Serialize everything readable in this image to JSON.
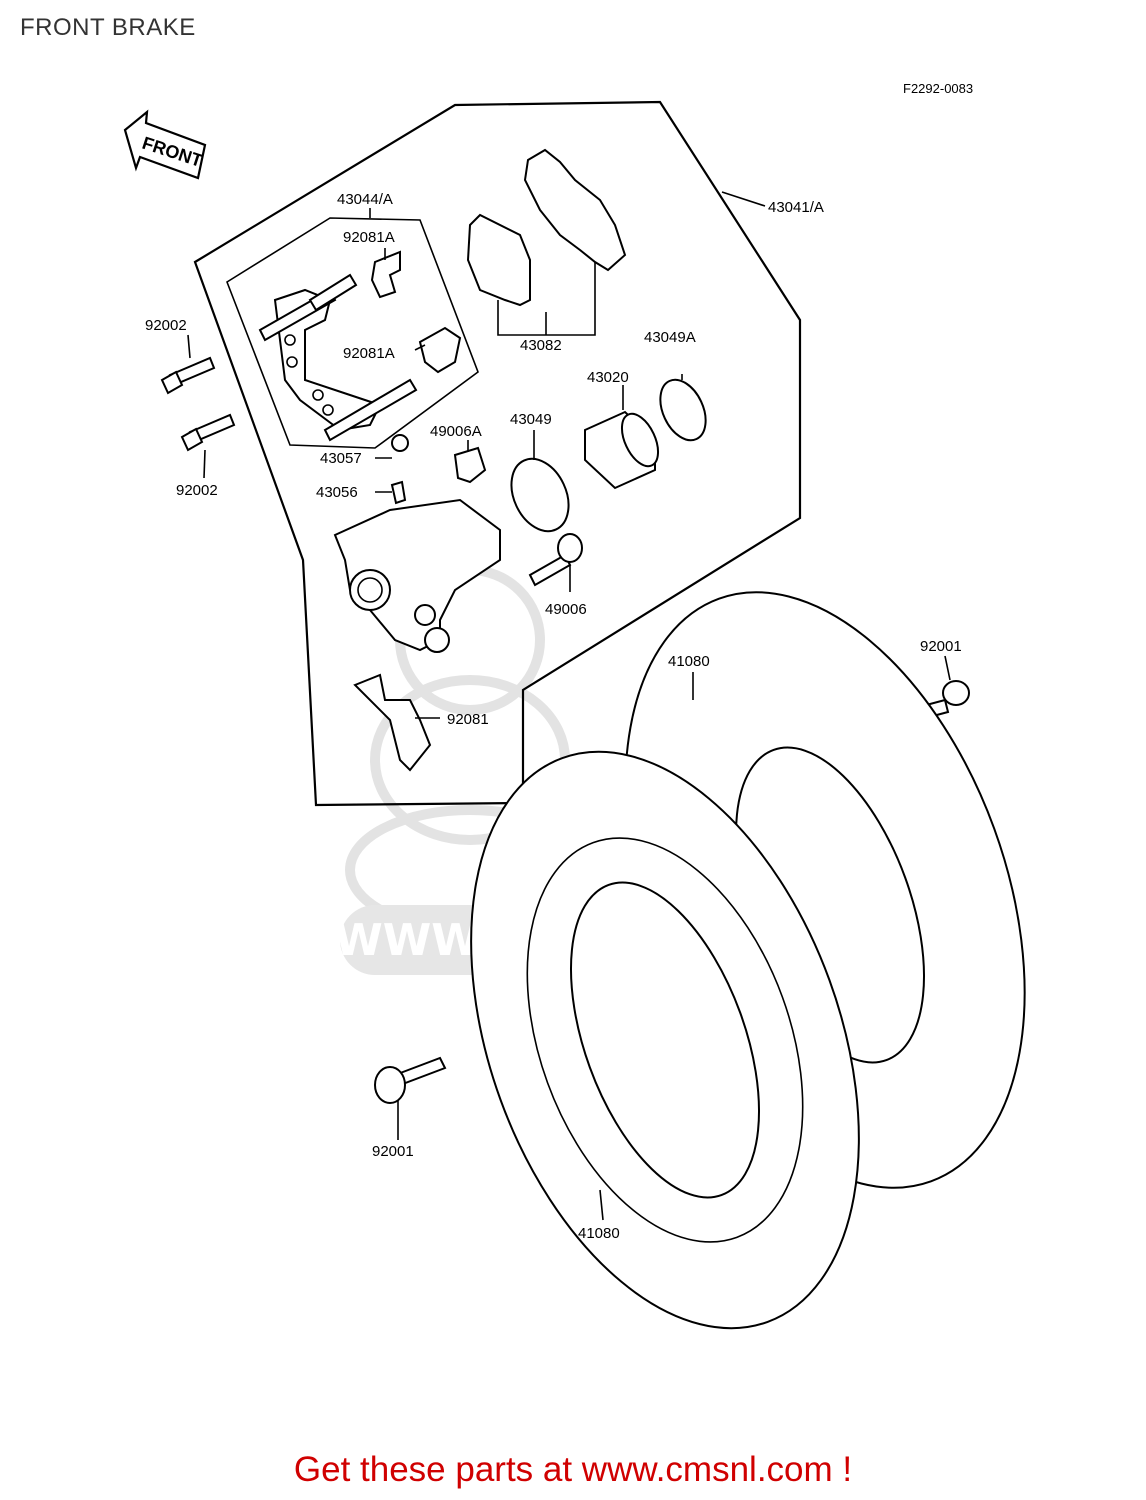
{
  "title": "FRONT BRAKE",
  "figure_code": "F2292-0083",
  "front_arrow_label": "FRONT",
  "watermark_text": "WWW.CMSNL.COM",
  "footer_text": "Get these parts at www.cmsnl.com !",
  "footer_color": "#d00000",
  "callouts": {
    "c43044A": "43044/A",
    "c92081A_top": "92081A",
    "c92081A_mid": "92081A",
    "c92002_top": "92002",
    "c92002_bottom": "92002",
    "c43082": "43082",
    "c43041A": "43041/A",
    "c43049A": "43049A",
    "c43020": "43020",
    "c43049": "43049",
    "c49006A": "49006A",
    "c43057": "43057",
    "c43056": "43056",
    "c49006": "49006",
    "c92001_right": "92001",
    "c41080_top": "41080",
    "c92081": "92081",
    "c92001_left": "92001",
    "c41080_bottom": "41080"
  }
}
